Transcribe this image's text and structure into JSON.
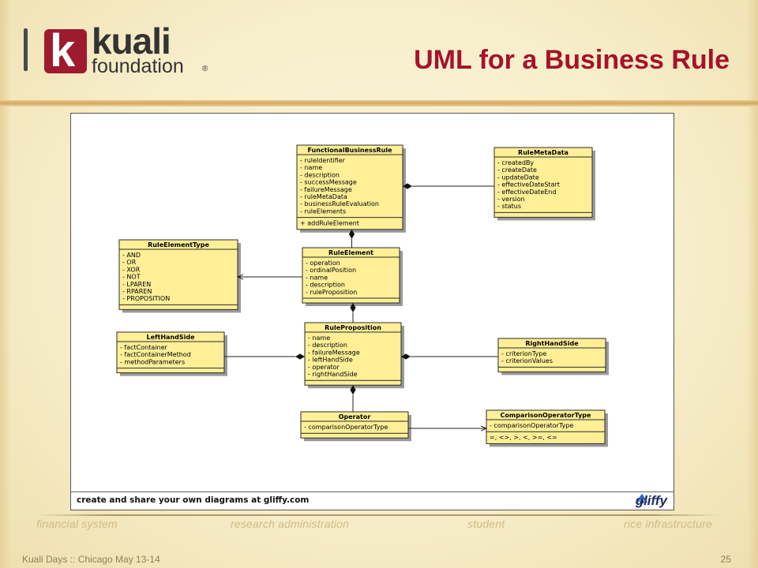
{
  "slide": {
    "title": "UML for a Business Rule",
    "logo": {
      "word1": "kuali",
      "word2": "foundation",
      "mark_letter": "k",
      "registered": "®"
    },
    "footer_left": "Kuali Days :: Chicago May 13-14",
    "page_number": "25",
    "taglines": [
      "financial system",
      "research administration",
      "student",
      "rice infrastructure"
    ],
    "colors": {
      "title": "#a5122a",
      "brand": "#9e1b2e",
      "uml_fill": "#ffef97"
    }
  },
  "diagram": {
    "footer_text": "create and share your own diagrams at gliffy.com",
    "brand": "gliffy",
    "classes": [
      {
        "id": "fbr",
        "name": "FunctionalBusinessRule",
        "attributes": [
          "- ruleIdentifier",
          "- name",
          "- description",
          "- successMessage",
          "- failureMessage",
          "- ruleMetaData",
          "- businessRuleEvaluation",
          "- ruleElements"
        ],
        "operations": [
          "+ addRuleElement"
        ]
      },
      {
        "id": "rmd",
        "name": "RuleMetaData",
        "attributes": [
          "- createdBy",
          "- createDate",
          "- updateDate",
          "- effectiveDateStart",
          "- effectiveDateEnd",
          "- version",
          "- status"
        ],
        "operations": []
      },
      {
        "id": "ret",
        "name": "RuleElementType",
        "attributes": [
          "- AND",
          "- OR",
          "- XOR",
          "- NOT",
          "- LPAREN",
          "- RPAREN",
          "- PROPOSITION"
        ],
        "operations": []
      },
      {
        "id": "re",
        "name": "RuleElement",
        "attributes": [
          "- operation",
          "- ordinalPosition",
          "- name",
          "- description",
          "- ruleProposition"
        ],
        "operations": []
      },
      {
        "id": "lhs",
        "name": "LeftHandSide",
        "attributes": [
          "- factContainer",
          "- factContainerMethod",
          "- methodParameters"
        ],
        "operations": []
      },
      {
        "id": "rp",
        "name": "RuleProposition",
        "attributes": [
          "- name",
          "- description",
          "- failureMessage",
          "- leftHandSide",
          "- operator",
          "- rightHandSide"
        ],
        "operations": []
      },
      {
        "id": "rhs",
        "name": "RightHandSide",
        "attributes": [
          "- criterionType",
          "- criterionValues"
        ],
        "operations": []
      },
      {
        "id": "op",
        "name": "Operator",
        "attributes": [
          "- comparisonOperatorType"
        ],
        "operations": []
      },
      {
        "id": "cot",
        "name": "ComparisonOperatorType",
        "attributes": [
          "- comparisonOperatorType"
        ],
        "operations": [
          "=, <>, >, <, >=, <="
        ]
      }
    ],
    "relations": [
      {
        "from": "rmd",
        "to": "fbr",
        "kind": "composition"
      },
      {
        "from": "re",
        "to": "fbr",
        "kind": "composition"
      },
      {
        "from": "re",
        "to": "ret",
        "kind": "association"
      },
      {
        "from": "rp",
        "to": "re",
        "kind": "composition"
      },
      {
        "from": "lhs",
        "to": "rp",
        "kind": "composition"
      },
      {
        "from": "rhs",
        "to": "rp",
        "kind": "composition"
      },
      {
        "from": "op",
        "to": "rp",
        "kind": "composition"
      },
      {
        "from": "op",
        "to": "cot",
        "kind": "association"
      }
    ]
  }
}
